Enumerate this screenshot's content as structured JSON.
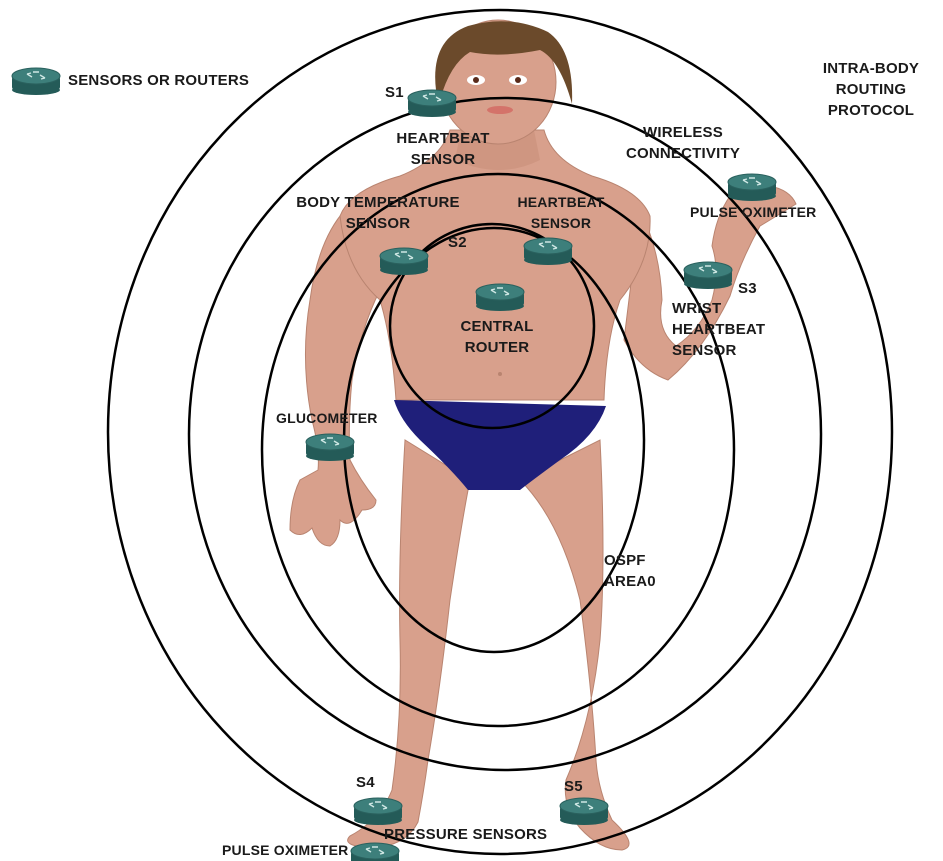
{
  "legend": {
    "label": "SENSORS OR ROUTERS"
  },
  "labels": {
    "intra_body": [
      "INTRA-BODY",
      "ROUTING",
      "PROTOCOL"
    ],
    "wireless": [
      "WIRELESS",
      "CONNECTIVITY"
    ],
    "s1": "S1",
    "s2": "S2",
    "s3": "S3",
    "s4": "S4",
    "s5": "S5",
    "heartbeat_head": [
      "HEARTBEAT",
      "SENSOR"
    ],
    "body_temp": [
      "BODY TEMPERATURE",
      "SENSOR"
    ],
    "heartbeat_chest": [
      "HEARTBEAT",
      "SENSOR"
    ],
    "pulse_oximeter_hand": "PULSE OXIMETER",
    "wrist_heartbeat": [
      "WRIST",
      "HEARTBEAT",
      "SENSOR"
    ],
    "central_router": [
      "CENTRAL",
      "ROUTER"
    ],
    "glucometer": "GLUCOMETER",
    "ospf": [
      "OSPF",
      "AREA0"
    ],
    "pressure_sensors": "PRESSURE SENSORS",
    "pulse_oximeter_foot": "PULSE OXIMETER"
  },
  "colors": {
    "router_top": "#3d7f7b",
    "router_body": "#245b58",
    "skin": "#d8a08c",
    "skin_shade": "#c48975",
    "hair": "#6b4a2b",
    "briefs": "#1f1f7a",
    "ring": "#000000"
  }
}
